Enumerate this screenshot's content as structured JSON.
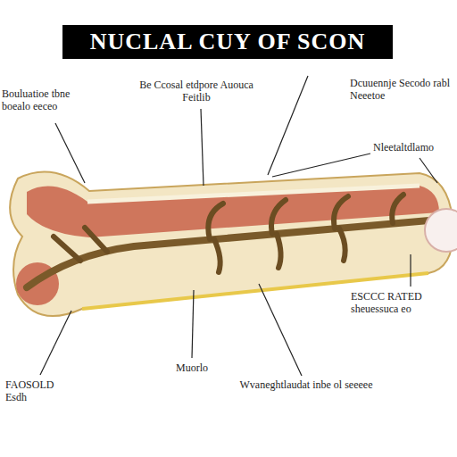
{
  "diagram": {
    "title": "NUCLAL CUY OF SCON",
    "labels": [
      "Bouluatioe tbne boealo eeceo",
      "Be Ccosal etdpore Auouca Feitlib",
      "Dcuuennje Secodo rabl Neeetoe",
      "Nleetaltdlamo",
      "ESCCC RATED sheuessuca eo",
      "FAOSOLD Esdh",
      "Muorlo",
      "Wvaneghtlaudat inbe ol seeeee"
    ]
  }
}
